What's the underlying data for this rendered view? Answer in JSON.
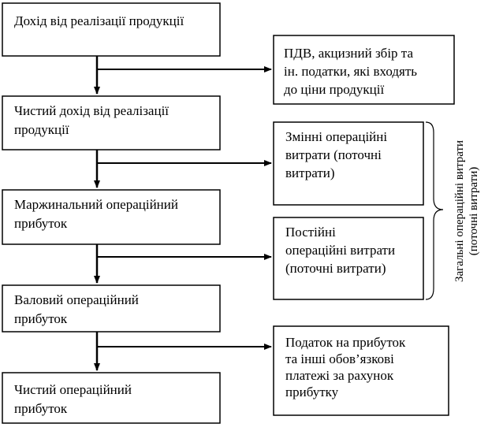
{
  "main_steps": [
    {
      "lines": [
        "Дохід від реалізації продукції"
      ]
    },
    {
      "lines": [
        "Чистий дохід від реалізації",
        "продукції"
      ]
    },
    {
      "lines": [
        "Маржинальний операційний",
        "прибуток"
      ]
    },
    {
      "lines": [
        "Валовий операційний",
        "прибуток"
      ]
    },
    {
      "lines": [
        "Чистий операційний",
        "прибуток"
      ]
    }
  ],
  "deductions": [
    {
      "lines": [
        "ПДВ, акцизний збір та",
        "ін. податки, які входять",
        "до ціни продукції"
      ]
    },
    {
      "lines": [
        "Змінні операційні",
        "витрати (поточні",
        "витрати)"
      ]
    },
    {
      "lines": [
        "Постійні",
        "операційні витрати",
        "(поточні витрати)"
      ]
    },
    {
      "lines": [
        "Податок на прибуток",
        "та інші обов’язкові",
        "платежі за рахунок",
        "прибутку"
      ]
    }
  ],
  "side_label": {
    "lines": [
      "Загальні операційні витрати",
      "(поточні витрати)"
    ]
  }
}
